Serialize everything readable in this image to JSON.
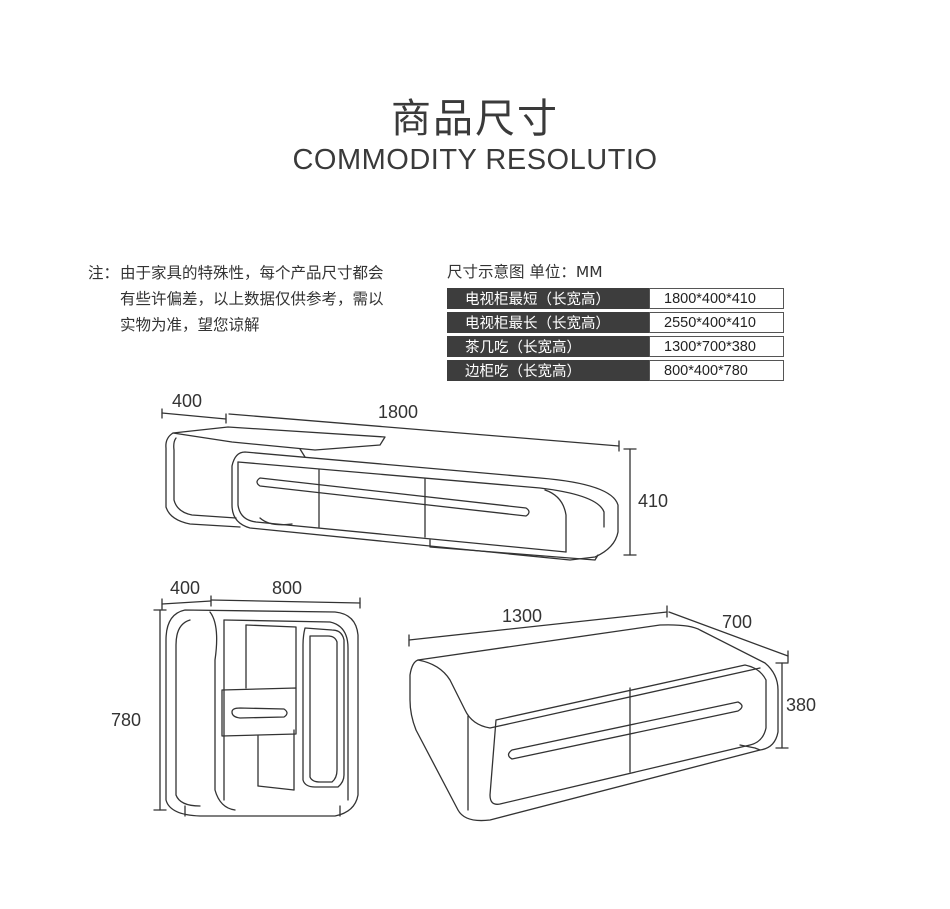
{
  "header": {
    "title_cn": "商品尺寸",
    "title_en": "COMMODITY RESOLUTIO"
  },
  "note": {
    "prefix": "注：",
    "lines": [
      "由于家具的特殊性，每个产品尺寸都会",
      "有些许偏差，以上数据仅供参考，需以",
      "实物为准，望您谅解"
    ]
  },
  "spec": {
    "heading": "尺寸示意图 单位：MM",
    "rows": [
      {
        "label": "电视柜最短（长宽高）",
        "value": "1800*400*410"
      },
      {
        "label": "电视柜最长（长宽高）",
        "value": "2550*400*410"
      },
      {
        "label": "茶几吃（长宽高）",
        "value": "1300*700*380"
      },
      {
        "label": "边柜吃（长宽高）",
        "value": "800*400*780"
      }
    ]
  },
  "tv_cabinet": {
    "depth": "400",
    "length": "1800",
    "height": "410"
  },
  "side_cabinet": {
    "depth": "400",
    "width": "800",
    "height": "780"
  },
  "coffee_table": {
    "length": "1300",
    "width": "700",
    "height": "380"
  }
}
